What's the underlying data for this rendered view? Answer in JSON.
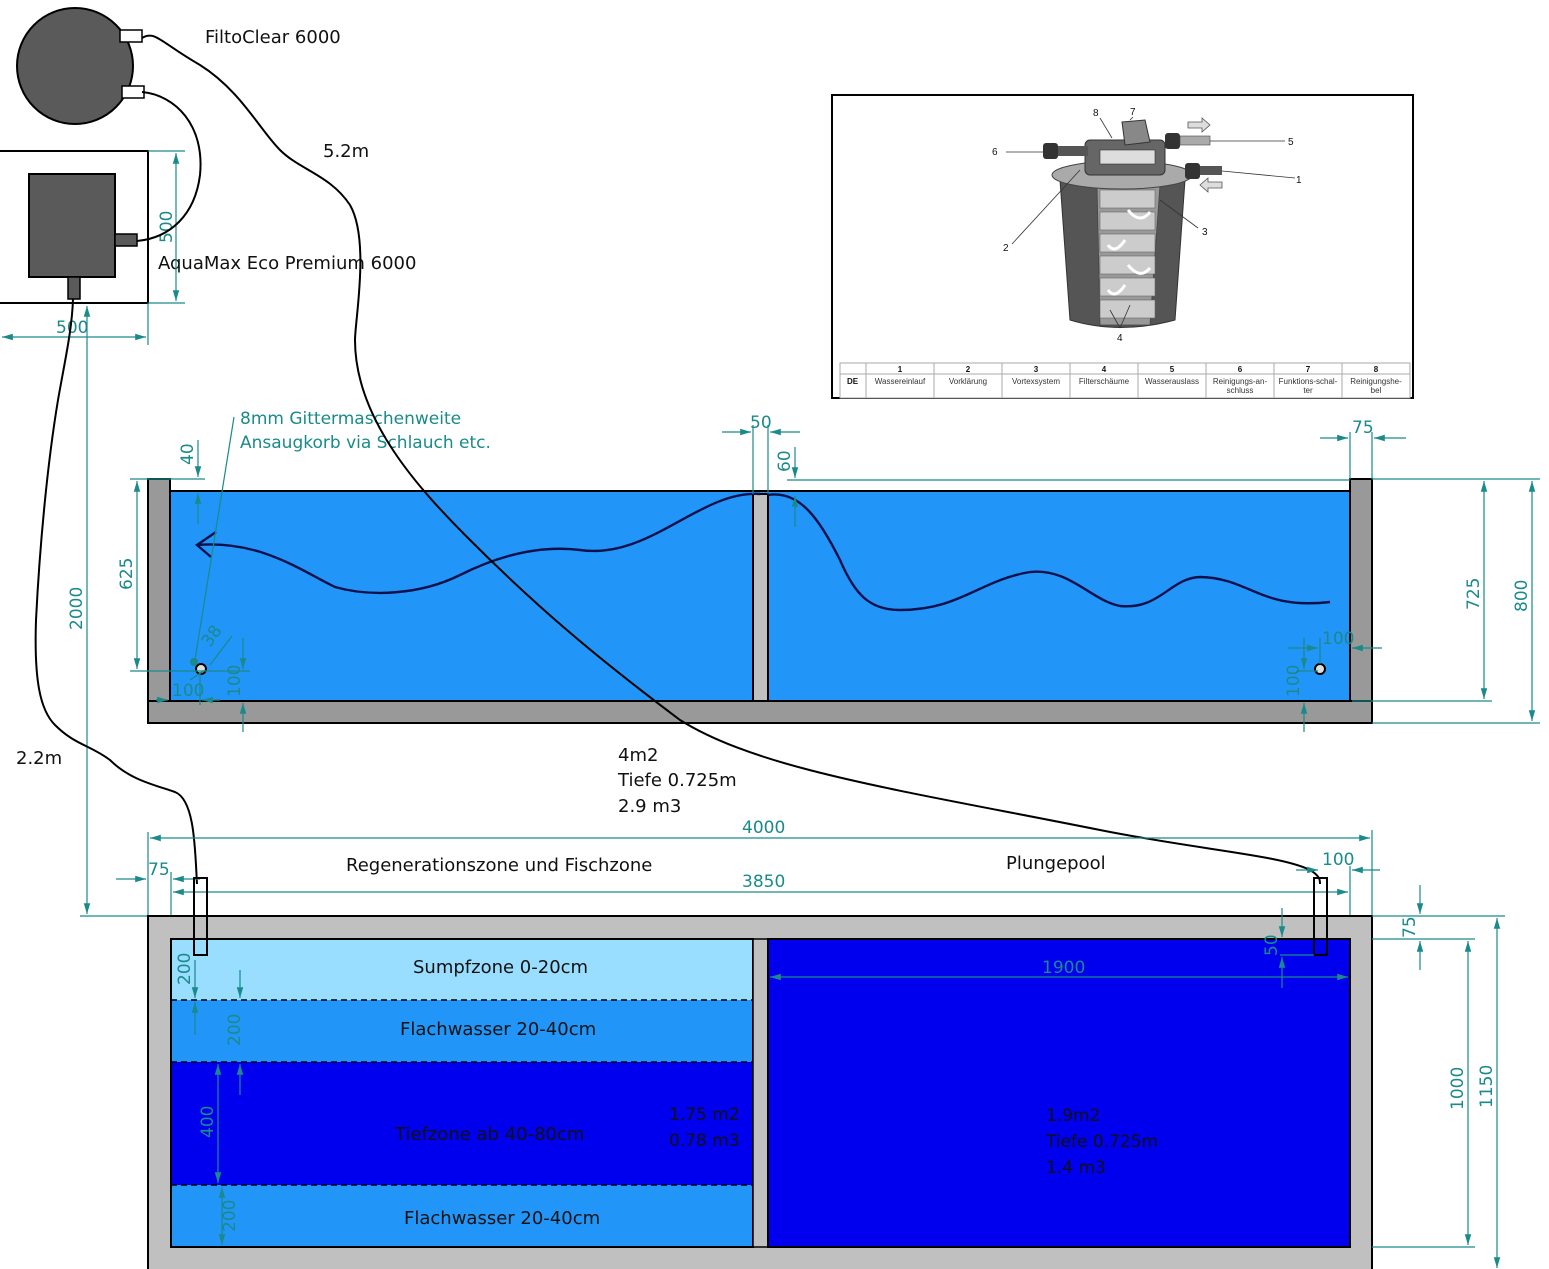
{
  "labels": {
    "filter_name": "FiltoClear 6000",
    "pump_name": "AquaMax Eco Premium 6000",
    "hose_long": "5.2m",
    "hose_short": "2.2m",
    "intake_note_line1": "8mm Gittermaschenweite",
    "intake_note_line2": "Ansaugkorb via Schlauch etc.",
    "section_area": "4m2",
    "section_depth": "Tiefe 0.725m",
    "section_volume": "2.9 m3",
    "regen_zone_title": "Regenerationszone und Fischzone",
    "plunge_title": "Plungepool"
  },
  "zones": [
    {
      "name": "Sumpfzone 0-20cm",
      "color": "#99ddff"
    },
    {
      "name": "Flachwasser 20-40cm",
      "color": "#2196f8"
    },
    {
      "name": "Tiefzone ab 40-80cm",
      "color": "#0000ee"
    },
    {
      "name": "Flachwasser 20-40cm",
      "color": "#2196f8"
    }
  ],
  "regen_stats": {
    "area": "1.75 m2",
    "volume": "0.78 m3"
  },
  "plunge_stats": {
    "area": "1.9m2",
    "depth": "Tiefe 0.725m",
    "volume": "1.4 m3"
  },
  "dimensions": {
    "pump_box_height": "500",
    "pump_box_width": "500",
    "distance_total": "2000",
    "intake_top_gap": "40",
    "intake_height": "625",
    "intake_diameter": "38",
    "intake_wall_offset": "100",
    "intake_floor_offset": "100",
    "divider_width": "50",
    "divider_drop": "60",
    "wall_thickness": "75",
    "water_depth": "725",
    "total_height": "800",
    "outlet_wall_offset": "100",
    "outlet_floor_offset": "100",
    "length_total": "4000",
    "length_inner": "3850",
    "left_wall": "75",
    "right_inlet_offset": "100",
    "zone_sumpf": "200",
    "zone_flach1": "200",
    "zone_tief": "400",
    "zone_flach2": "200",
    "plunge_width": "1900",
    "inlet_depth": "50",
    "plan_wall": "75",
    "plan_inner": "1000",
    "plan_total": "1150"
  },
  "filter_legend": {
    "lang": "DE",
    "callouts": [
      "1",
      "2",
      "3",
      "4",
      "5",
      "6",
      "7",
      "8"
    ],
    "items": [
      {
        "num": "1",
        "text": [
          "Wassereinlauf"
        ]
      },
      {
        "num": "2",
        "text": [
          "Vorklärung"
        ]
      },
      {
        "num": "3",
        "text": [
          "Vortexsystem"
        ]
      },
      {
        "num": "4",
        "text": [
          "Filterschäume"
        ]
      },
      {
        "num": "5",
        "text": [
          "Wasserauslass"
        ]
      },
      {
        "num": "6",
        "text": [
          "Reinigungs-an-",
          "schluss"
        ]
      },
      {
        "num": "7",
        "text": [
          "Funktions-schal-",
          "ter"
        ]
      },
      {
        "num": "8",
        "text": [
          "Reinigungshe-",
          "bel"
        ]
      }
    ]
  },
  "colors": {
    "water": "#2196f8",
    "deep_water": "#0000ee",
    "marsh": "#99ddff",
    "wall_side": "#999999",
    "wall_plan": "#c0c0c0",
    "dimension": "#1a8a8a",
    "device": "#5a5a5a"
  }
}
